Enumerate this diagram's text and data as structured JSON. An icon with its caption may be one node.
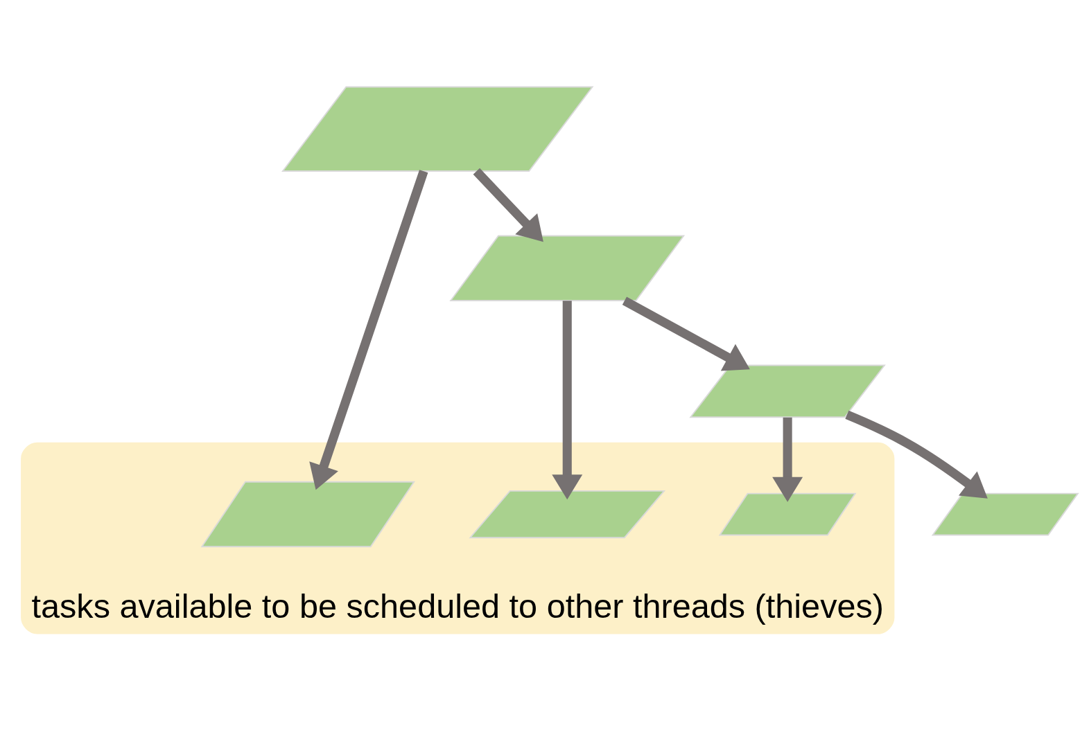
{
  "diagram": {
    "nodes": [
      {
        "text": [
          "tasks available to be scheduled to other threads (thieves)"
        ]
      },
      {
        "text": [],
        "shape": "parallelogram"
      },
      {
        "text": [],
        "shape": "parallelogram"
      },
      {
        "text": [],
        "shape": "parallelogram",
        "in": 0
      },
      {
        "text": [],
        "shape": "parallelogram",
        "in": 0
      },
      {
        "text": [],
        "shape": "parallelogram"
      },
      {
        "text": [],
        "shape": "parallelogram"
      },
      {
        "text": [],
        "shape": "parallelogram",
        "in": 0
      }
    ],
    "edges": [
      {
        "from": 1,
        "to": 2,
        "arrow": "to"
      },
      {
        "from": 1,
        "to": 3,
        "arrow": "to"
      },
      {
        "from": 2,
        "to": 5,
        "arrow": "to"
      },
      {
        "from": 2,
        "to": 4,
        "arrow": "to"
      },
      {
        "from": 5,
        "to": 6,
        "arrow": "to"
      },
      {
        "from": 5,
        "to": 7,
        "arrow": "to"
      }
    ]
  }
}
